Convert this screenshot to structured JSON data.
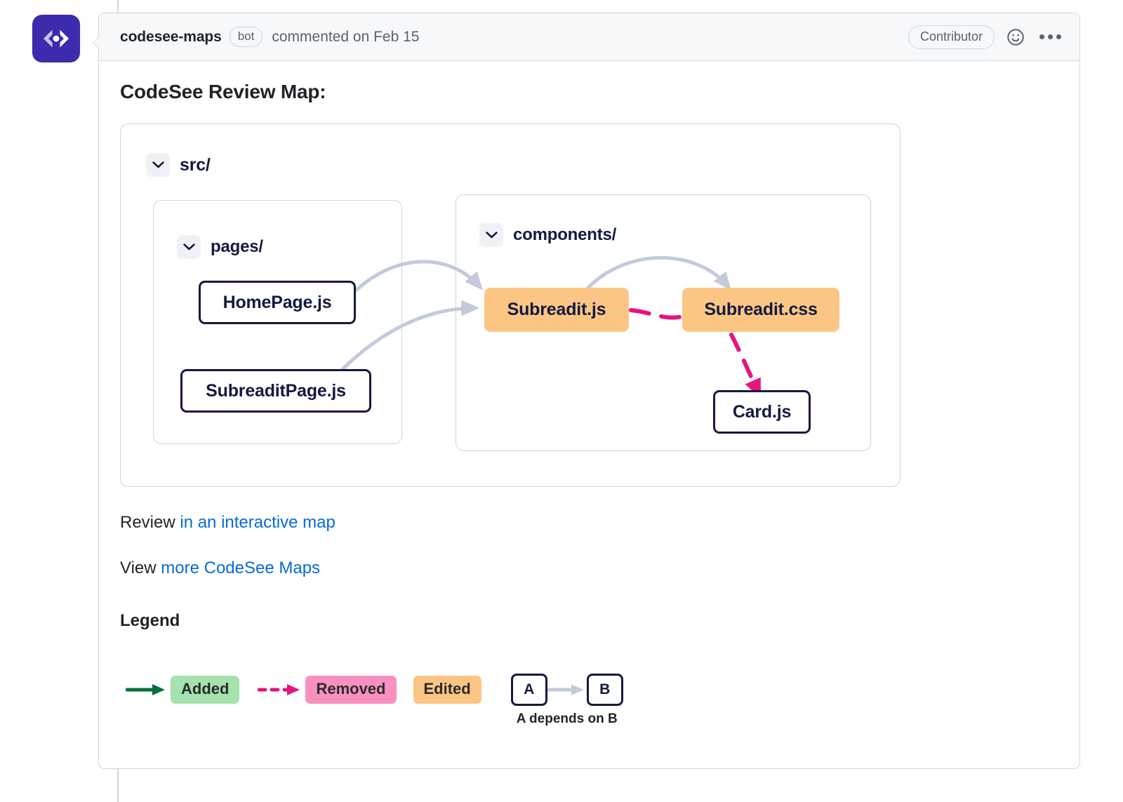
{
  "comment": {
    "author": "codesee-maps",
    "bot_badge": "bot",
    "commented_on": "commented on Feb 15",
    "contributor_badge": "Contributor",
    "emoji_icon": "smiley-icon",
    "menu_icon": "kebab-menu-icon",
    "avatar_icon": "codesee-logo-icon"
  },
  "body": {
    "title": "CodeSee Review Map:",
    "review_prefix": "Review ",
    "review_link": "in an interactive map",
    "view_prefix": "View ",
    "view_link": "more CodeSee Maps",
    "legend_heading": "Legend"
  },
  "map": {
    "groups": [
      {
        "label": "src/",
        "chevron": "chevron-down-icon"
      },
      {
        "label": "pages/",
        "chevron": "chevron-down-icon"
      },
      {
        "label": "components/",
        "chevron": "chevron-down-icon"
      }
    ],
    "nodes": [
      {
        "label": "HomePage.js",
        "state": "unchanged"
      },
      {
        "label": "SubreaditPage.js",
        "state": "unchanged"
      },
      {
        "label": "Subreadit.js",
        "state": "edited"
      },
      {
        "label": "Subreadit.css",
        "state": "edited"
      },
      {
        "label": "Card.js",
        "state": "unchanged"
      }
    ],
    "edges": [
      {
        "from": "HomePage.js",
        "to": "Subreadit.js",
        "kind": "depends"
      },
      {
        "from": "SubreaditPage.js",
        "to": "Subreadit.js",
        "kind": "depends"
      },
      {
        "from": "Subreadit.js",
        "to": "Subreadit.css",
        "kind": "depends"
      },
      {
        "from": "Subreadit.js",
        "to": "Subreadit.css",
        "kind": "removed"
      },
      {
        "from": "Subreadit.css",
        "to": "Card.js",
        "kind": "removed"
      }
    ]
  },
  "legend": {
    "added": "Added",
    "removed": "Removed",
    "edited": "Edited",
    "box_a": "A",
    "box_b": "B",
    "depends_caption": "A depends on B"
  },
  "colors": {
    "added_fill": "#a5e2ae",
    "removed_fill": "#f991c0",
    "edited_fill": "#fbc684",
    "added_arrow": "#00703c",
    "removed_arrow": "#e4157f",
    "depends_arrow": "#c3cad9",
    "node_border": "#131a3f",
    "link": "#0969da",
    "avatar_bg": "#3b2bad"
  }
}
